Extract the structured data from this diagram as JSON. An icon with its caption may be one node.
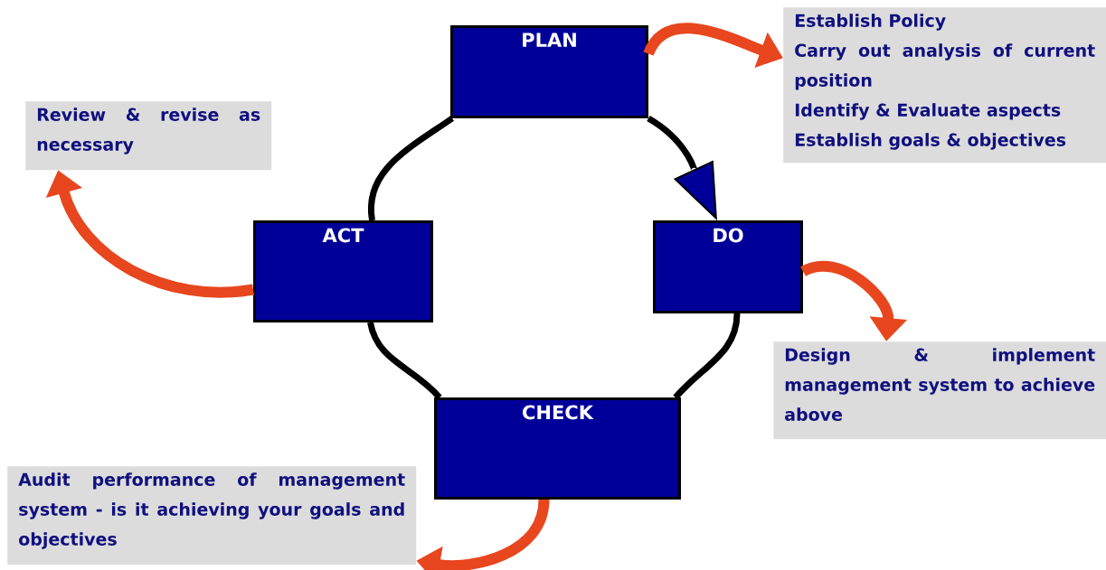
{
  "diagram": {
    "nodes": [
      {
        "text": [
          "PLAN"
        ]
      },
      {
        "text": [
          "DO"
        ]
      },
      {
        "text": [
          "CHECK"
        ]
      },
      {
        "text": [
          "ACT"
        ]
      },
      {
        "text": [
          "Establish Policy",
          "Carry out analysis of current position",
          "Identify & Evaluate aspects",
          "Establish goals & objectives"
        ]
      },
      {
        "text": [
          "Design & implement management system to achieve above"
        ]
      },
      {
        "text": [
          "Audit performance of management system - is it achieving your goals and objectives"
        ]
      },
      {
        "text": [
          "Review & revise as necessary"
        ]
      }
    ],
    "edges": [
      {
        "from": 0,
        "to": 1,
        "arrow": "to"
      },
      {
        "from": 1,
        "to": 2,
        "arrow": "none"
      },
      {
        "from": 2,
        "to": 3,
        "arrow": "none"
      },
      {
        "from": 3,
        "to": 0,
        "arrow": "none"
      },
      {
        "from": 0,
        "to": 4,
        "arrow": "to",
        "color": "#e8461e"
      },
      {
        "from": 1,
        "to": 5,
        "arrow": "to",
        "color": "#e8461e"
      },
      {
        "from": 2,
        "to": 6,
        "arrow": "to",
        "color": "#e8461e"
      },
      {
        "from": 3,
        "to": 7,
        "arrow": "to",
        "color": "#e8461e"
      }
    ]
  }
}
